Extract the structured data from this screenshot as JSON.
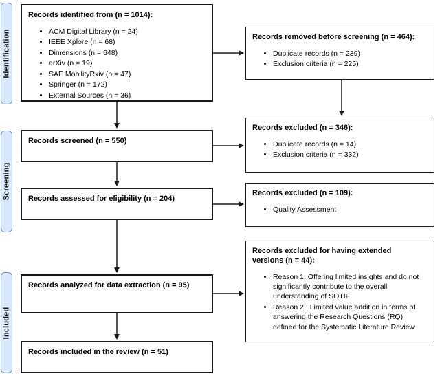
{
  "stages": [
    {
      "label": "Identification"
    },
    {
      "label": "Screening"
    },
    {
      "label": "Included"
    }
  ],
  "boxes": {
    "identified": {
      "title": "Records identified from (n = 1014):",
      "items": [
        "ACM Digital Library (n = 24)",
        "IEEE Xplore (n = 68)",
        "Dimensions (n = 648)",
        "arXiv (n = 19)",
        "SAE MobilityRxiv (n = 47)",
        "Springer (n = 172)",
        "External Sources (n = 36)"
      ]
    },
    "removed_before_screening": {
      "title": "Records removed before screening (n = 464):",
      "items": [
        "Duplicate records (n = 239)",
        "Exclusion criteria (n = 225)"
      ]
    },
    "screened": {
      "title": "Records screened (n = 550)"
    },
    "excluded_screening": {
      "title": "Records excluded (n = 346):",
      "items": [
        "Duplicate records (n = 14)",
        "Exclusion criteria (n = 332)"
      ]
    },
    "assessed": {
      "title": "Records assessed for eligibility (n = 204)"
    },
    "excluded_eligibility": {
      "title": "Records excluded (n = 109):",
      "items": [
        "Quality Assessment"
      ]
    },
    "analyzed": {
      "title": "Records analyzed for data extraction (n = 95)"
    },
    "excluded_extended": {
      "title": "Records excluded for having extended versions (n = 44):",
      "items": [
        "Reason 1: Offering limited insights and do not significantly contribute to the overall understanding of SOTIF",
        "Reason 2 : Limited value addition in terms of answering the Research Questions (RQ) defined for the Systematic Literature Review"
      ]
    },
    "included": {
      "title": "Records included in the review (n = 51)"
    }
  },
  "colors": {
    "stage_fill": "#dae8fc",
    "stage_border": "#6c8ebf",
    "box_border": "#1a1a1a",
    "arrow": "#1a1a1a",
    "background": "#ffffff"
  }
}
